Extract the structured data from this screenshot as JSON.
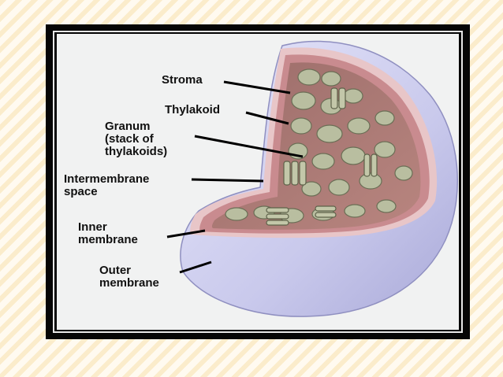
{
  "labels": {
    "stroma": "Stroma",
    "thylakoid": "Thylakoid",
    "granum": "Granum\n(stack of\nthylakoids)",
    "intermembrane": "Intermembrane\nspace",
    "inner": "Inner\nmembrane",
    "outer": "Outer\nmembrane"
  },
  "colors": {
    "outer_membrane": "#c9c9ec",
    "inner_membrane": "#c98b8f",
    "stroma": "#a87a76",
    "thylakoid": "#b9bea0",
    "frame": "#060606"
  }
}
